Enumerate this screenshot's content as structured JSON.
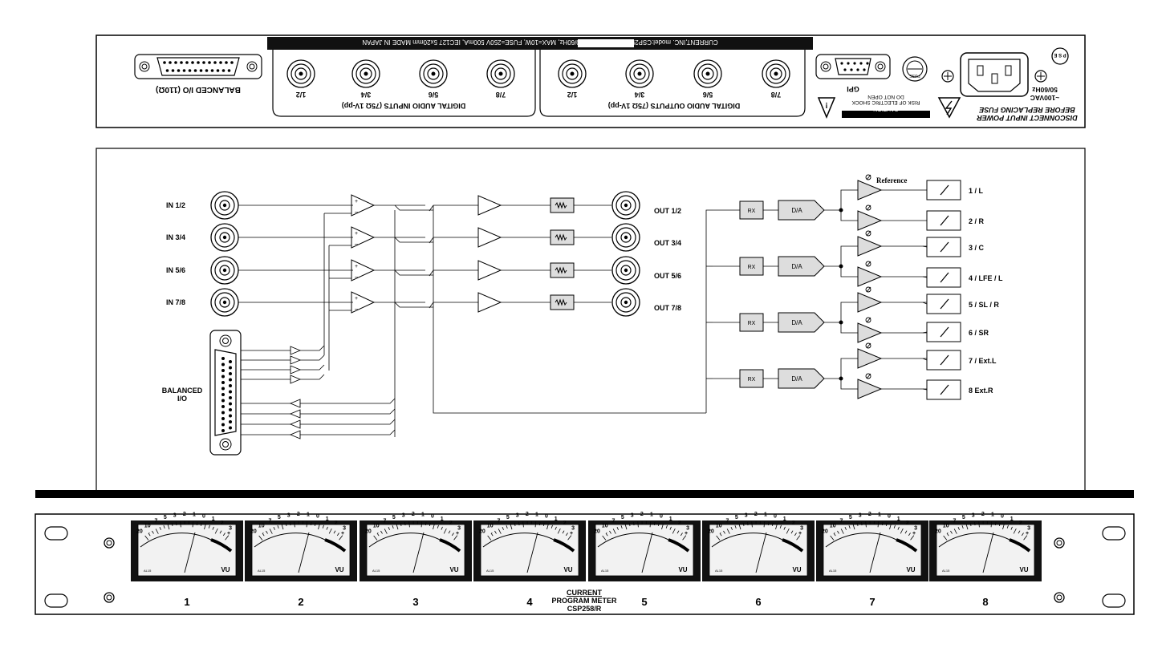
{
  "rear_panel": {
    "label_bar": "CURRENT,INC. model:CSP258/R SN 100VAC 50/60Hz, MAX=10W, FUSE=250V 500mA, IEC127 5x20mm MADE IN JAPAN",
    "balanced_io_label": "BALANCED I/O (110Ω)",
    "inputs_group_label": "DIGITAL AUDIO INPUTS (75Ω 1V-pp)",
    "outputs_group_label": "DIGITAL AUDIO OUTPUTS (75Ω 1V-pp)",
    "input_connectors": [
      "1/2",
      "3/4",
      "5/6",
      "7/8"
    ],
    "output_connectors": [
      "1/2",
      "3/4",
      "5/6",
      "7/8"
    ],
    "gpi_label": "GPI",
    "fuse_label": "FUSE",
    "caution_title": "CAUTION",
    "caution_line1": "RISK OF ELECTRIC SHOCK",
    "caution_line2": "DO NOT OPEN",
    "disconnect_line1": "DISCONNECT INPUT POWER",
    "disconnect_line2": "BEFORE REPLACING FUSE",
    "ac_line1": "~100VAC",
    "ac_line2": "50/60Hz",
    "ps_badge": "P S E"
  },
  "block_diagram": {
    "inputs": [
      "IN 1/2",
      "IN 3/4",
      "IN 5/6",
      "IN 7/8"
    ],
    "balanced_label_1": "BALANCED",
    "balanced_label_2": "I/O",
    "outputs": [
      "OUT 1/2",
      "OUT 3/4",
      "OUT 5/6",
      "OUT 7/8"
    ],
    "rx_label": "RX",
    "da_label": "D/A",
    "reference_label": "Reference",
    "meter_channels": [
      "1 / L",
      "2 / R",
      "3 / C",
      "4 / LFE / L",
      "5 / SL / R",
      "6 / SR",
      "7 / Ext.L",
      "8 Ext.R"
    ]
  },
  "front_panel": {
    "meter_numbers": [
      "1",
      "2",
      "3",
      "4",
      "5",
      "6",
      "7",
      "8"
    ],
    "vu_label": "VU",
    "meter_model_label": "AL15",
    "scale_top": [
      "20",
      "10",
      "7",
      "5",
      "3",
      "2",
      "1",
      "0",
      "1",
      "2",
      "3"
    ],
    "brand": "CURRENT",
    "product_line1": "PROGRAM METER",
    "product_line2": "CSP258/R"
  }
}
